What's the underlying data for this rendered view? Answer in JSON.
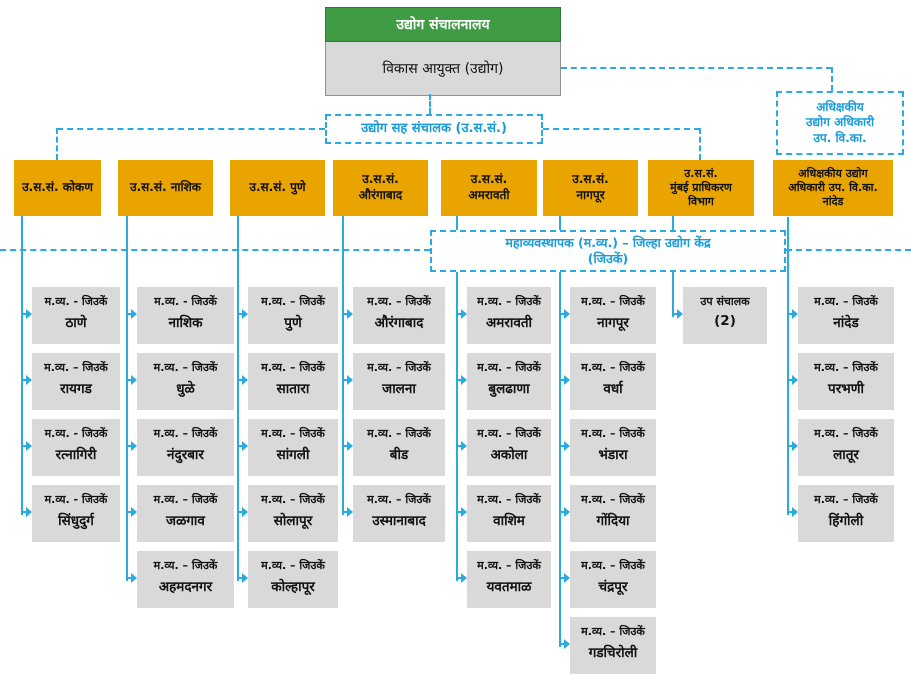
{
  "colors": {
    "accent_blue": "#29ABE2",
    "blue_text": "#1B9CD8",
    "green_header": "#3F9B44",
    "orange_region": "#E9A400",
    "gray_box": "#D9D9D9"
  },
  "root": {
    "title": "उद्योग संचालनालय",
    "subtitle": "विकास आयुक्त (उद्योग)"
  },
  "joint_director_band": {
    "label": "उद्योग सह संचालक (उ.स.सं.)"
  },
  "superintendent_note": {
    "label": "अधिक्षकीय\nउद्योग अधिकारी\nउप. वि.का."
  },
  "gm_band": {
    "label": "महाव्यवस्थापक (म.व्य.) – जिल्हा उद्योग केंद्र\n(जिउकें)"
  },
  "regions": [
    {
      "label": "उ.स.सं. कोकण",
      "children": [
        {
          "line1": "म.व्य. - जिउकें",
          "line2": "ठाणे"
        },
        {
          "line1": "म.व्य. – जिउकें",
          "line2": "रायगड"
        },
        {
          "line1": "म.व्य. - जिउकें",
          "line2": "रत्नागिरी"
        },
        {
          "line1": "म.व्य. - जिउकें",
          "line2": "सिंधुदुर्ग"
        }
      ]
    },
    {
      "label": "उ.स.सं. नाशिक",
      "children": [
        {
          "line1": "म.व्य. - जिउकें",
          "line2": "नाशिक"
        },
        {
          "line1": "म.व्य. – जिउकें",
          "line2": "धुळे"
        },
        {
          "line1": "म.व्य. – जिउकें",
          "line2": "नंदुरबार"
        },
        {
          "line1": "म.व्य. – जिउकें",
          "line2": "जळगाव"
        },
        {
          "line1": "म.व्य. – जिउकें",
          "line2": "अहमदनगर"
        }
      ]
    },
    {
      "label": "उ.स.सं. पुणे",
      "children": [
        {
          "line1": "म.व्य. – जिउकें",
          "line2": "पुणे"
        },
        {
          "line1": "म.व्य. – जिउकें",
          "line2": "सातारा"
        },
        {
          "line1": "म.व्य. – जिउकें",
          "line2": "सांगली"
        },
        {
          "line1": "म.व्य. – जिउकें",
          "line2": "सोलापूर"
        },
        {
          "line1": "म.व्य. – जिउकें",
          "line2": "कोल्हापूर"
        }
      ]
    },
    {
      "label": "उ.स.सं.\nऔरंगाबाद",
      "children": [
        {
          "line1": "म.व्य. – जिउकें",
          "line2": "औरंगाबाद"
        },
        {
          "line1": "म.व्य. – जिउकें",
          "line2": "जालना"
        },
        {
          "line1": "म.व्य. – जिउकें",
          "line2": "बीड"
        },
        {
          "line1": "म.व्य. – जिउकें",
          "line2": "उस्मानाबाद"
        }
      ]
    },
    {
      "label": "उ.स.सं.\nअमरावती",
      "children": [
        {
          "line1": "म.व्य. – जिउकें",
          "line2": "अमरावती"
        },
        {
          "line1": "म.व्य. – जिउकें",
          "line2": "बुलढाणा"
        },
        {
          "line1": "म.व्य. – जिउकें",
          "line2": "अकोला"
        },
        {
          "line1": "म.व्य. – जिउकें",
          "line2": "वाशिम"
        },
        {
          "line1": "म.व्य. – जिउकें",
          "line2": "यवतमाळ"
        }
      ]
    },
    {
      "label": "उ.स.सं.\nनागपूर",
      "children": [
        {
          "line1": "म.व्य. – जिउकें",
          "line2": "नागपूर"
        },
        {
          "line1": "म.व्य. – जिउकें",
          "line2": "वर्धा"
        },
        {
          "line1": "म.व्य. – जिउकें",
          "line2": "भंडारा"
        },
        {
          "line1": "म.व्य. – जिउकें",
          "line2": "गोंदिया"
        },
        {
          "line1": "म.व्य. – जिउकें",
          "line2": "चंद्रपूर"
        },
        {
          "line1": "म.व्य. – जिउकें",
          "line2": "गडचिरोली"
        }
      ]
    },
    {
      "label": "उ.स.सं.\nमुंबई प्राधिकरण\nविभाग",
      "children": [
        {
          "line1": "उप संचालक",
          "line2": "(2)"
        }
      ]
    },
    {
      "label": "अधिक्षकीय उद्योग\nअधिकारी उप. वि.का.\nनांदेड",
      "children": [
        {
          "line1": "म.व्य. – जिउकें",
          "line2": "नांदेड"
        },
        {
          "line1": "म.व्य. – जिउकें",
          "line2": "परभणी"
        },
        {
          "line1": "म.व्य. – जिउकें",
          "line2": "लातूर"
        },
        {
          "line1": "म.व्य. – जिउकें",
          "line2": "हिंगोली"
        }
      ]
    }
  ]
}
